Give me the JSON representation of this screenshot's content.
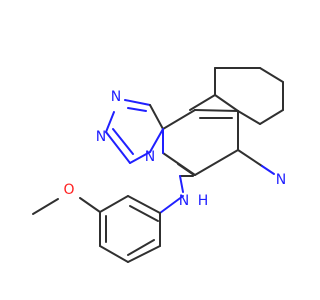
{
  "colors": {
    "bond": "#303030",
    "nitrogen": "#2020ff",
    "oxygen": "#ff2020",
    "carbon": "#303030",
    "background": "#ffffff"
  },
  "atoms": {
    "n_triazole_top": "N",
    "n_triazole_mid": "N",
    "n_bridge": "N",
    "n_amine": "N",
    "amine_h": "H",
    "n_nitrile": "N",
    "o_methoxy": "O"
  }
}
